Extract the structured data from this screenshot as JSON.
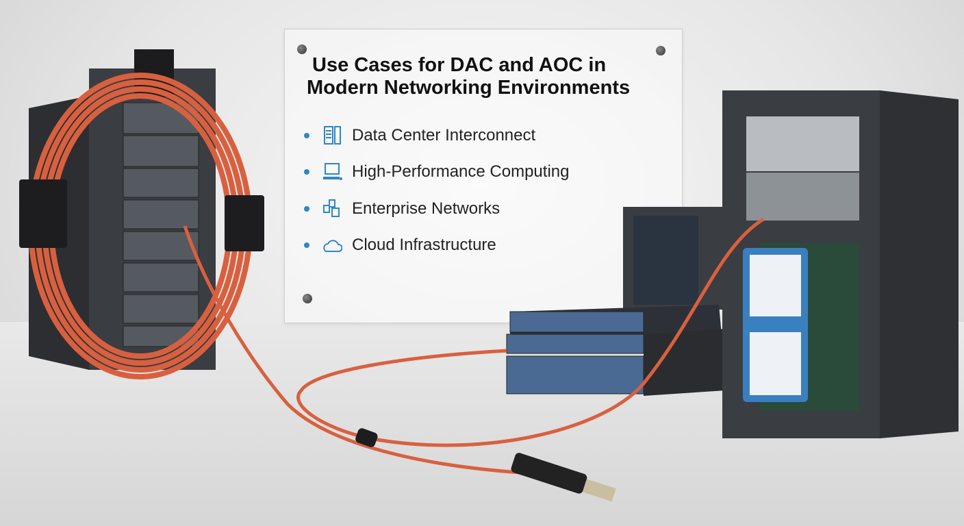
{
  "panel": {
    "title_line1": "Use Cases for DAC and AOC in",
    "title_line2": "Modern Networking Environments",
    "items": [
      {
        "label": "Data Center Interconnect",
        "icon": "server-icon"
      },
      {
        "label": "High-Performance Computing",
        "icon": "computer-icon"
      },
      {
        "label": "Enterprise Networks",
        "icon": "network-stack-icon"
      },
      {
        "label": "Cloud Infrastructure",
        "icon": "cloud-icon"
      }
    ]
  },
  "colors": {
    "accent": "#2f86c6",
    "cable": "#d9603f",
    "rack": "#3a3d42"
  }
}
